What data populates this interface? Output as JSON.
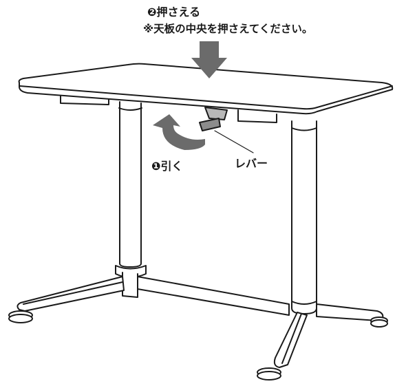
{
  "labels": {
    "step2_title": "❷押さえる",
    "step2_note": "※天板の中央を押さえてください。",
    "step1": "❶引く",
    "lever": "レバー"
  },
  "colors": {
    "arrow": "#6b6b6b",
    "line": "#1a1a1a",
    "lever_fill": "#8c8c8c",
    "background": "#ffffff"
  }
}
